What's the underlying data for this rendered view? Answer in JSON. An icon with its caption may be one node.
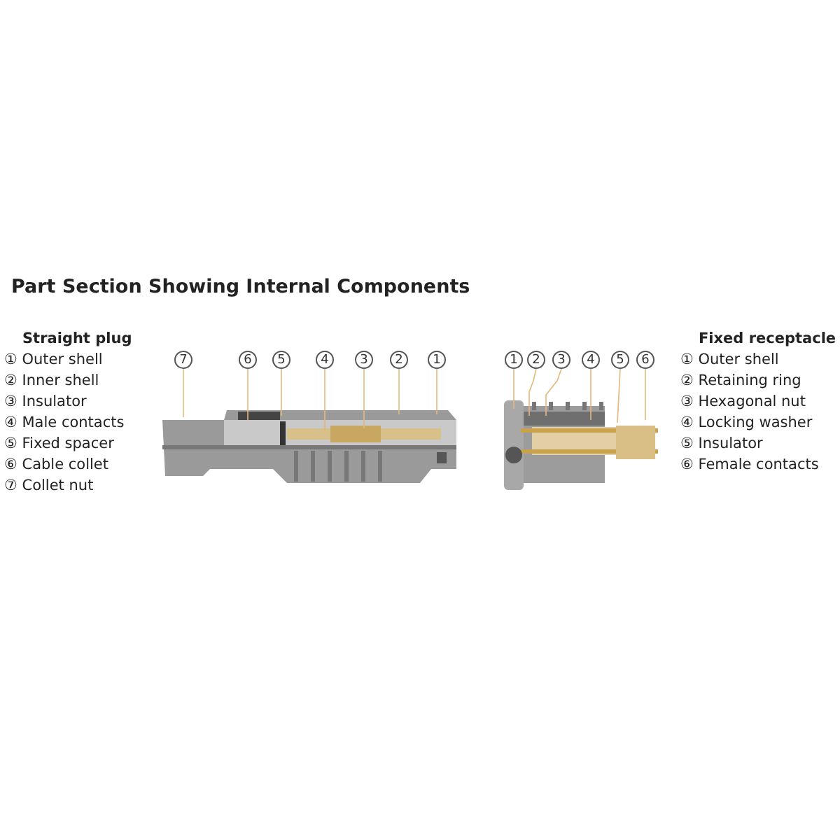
{
  "diagram": {
    "title": "Part Section Showing Internal Components",
    "nodes": [
      {
        "text": [
          "7"
        ]
      },
      {
        "text": [
          "6"
        ]
      },
      {
        "text": [
          "5"
        ]
      },
      {
        "text": [
          "4"
        ]
      },
      {
        "text": [
          "3"
        ]
      },
      {
        "text": [
          "2"
        ]
      },
      {
        "text": [
          "1"
        ]
      },
      {
        "text": [
          "1"
        ]
      },
      {
        "text": [
          "2"
        ]
      },
      {
        "text": [
          "3"
        ]
      },
      {
        "text": [
          "4"
        ]
      },
      {
        "text": [
          "5"
        ]
      },
      {
        "text": [
          "6"
        ]
      }
    ],
    "edges": [
      {
        "from": 0,
        "to": null,
        "arrow": "none"
      },
      {
        "from": 1,
        "to": null,
        "arrow": "none"
      },
      {
        "from": 2,
        "to": null,
        "arrow": "none"
      },
      {
        "from": 3,
        "to": null,
        "arrow": "none"
      },
      {
        "from": 4,
        "to": null,
        "arrow": "none"
      },
      {
        "from": 5,
        "to": null,
        "arrow": "none"
      },
      {
        "from": 6,
        "to": null,
        "arrow": "none"
      },
      {
        "from": 7,
        "to": null,
        "arrow": "none"
      },
      {
        "from": 8,
        "to": null,
        "arrow": "none"
      },
      {
        "from": 9,
        "to": null,
        "arrow": "none"
      },
      {
        "from": 10,
        "to": null,
        "arrow": "none"
      },
      {
        "from": 11,
        "to": null,
        "arrow": "none"
      },
      {
        "from": 12,
        "to": null,
        "arrow": "none"
      }
    ],
    "labels": [
      "Straight plug",
      "① Outer shell",
      "② Inner shell",
      "③ Insulator",
      "④ Male contacts",
      "⑤ Fixed spacer",
      "⑥ Cable collet",
      "⑦ Collet nut",
      "Fixed receptacle",
      "① Outer shell",
      "② Retaining ring",
      "③ Hexagonal nut",
      "④ Locking washer",
      "⑤ Insulator",
      "⑥ Female contacts"
    ]
  }
}
